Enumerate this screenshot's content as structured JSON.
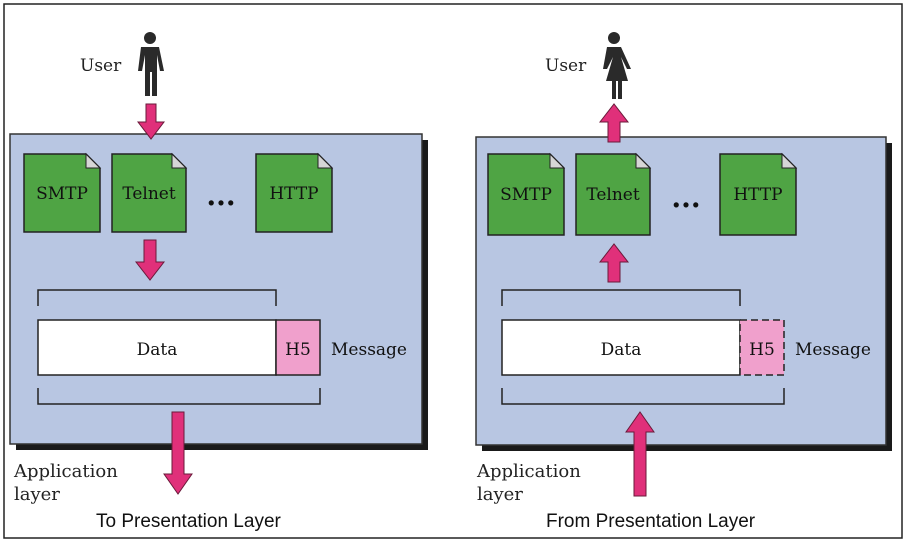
{
  "left": {
    "user_label": "User",
    "apps": [
      "SMTP",
      "Telnet",
      "HTTP"
    ],
    "ellipsis": "...",
    "data_label": "Data",
    "header_label": "H5",
    "message_label": "Message",
    "layer_label_line1": "Application",
    "layer_label_line2": "layer",
    "caption": "To Presentation Layer"
  },
  "right": {
    "user_label": "User",
    "apps": [
      "SMTP",
      "Telnet",
      "HTTP"
    ],
    "ellipsis": "...",
    "data_label": "Data",
    "header_label": "H5",
    "message_label": "Message",
    "layer_label_line1": "Application",
    "layer_label_line2": "layer",
    "caption": "From Presentation Layer"
  },
  "colors": {
    "layer_fill": "#b8c6e2",
    "shadow": "#1a1a1a",
    "app_fill": "#4fa444",
    "app_fold": "#d6d6d6",
    "arrow": "#e0307a",
    "header_fill": "#f0a0cc",
    "figure": "#2a2a2a"
  }
}
